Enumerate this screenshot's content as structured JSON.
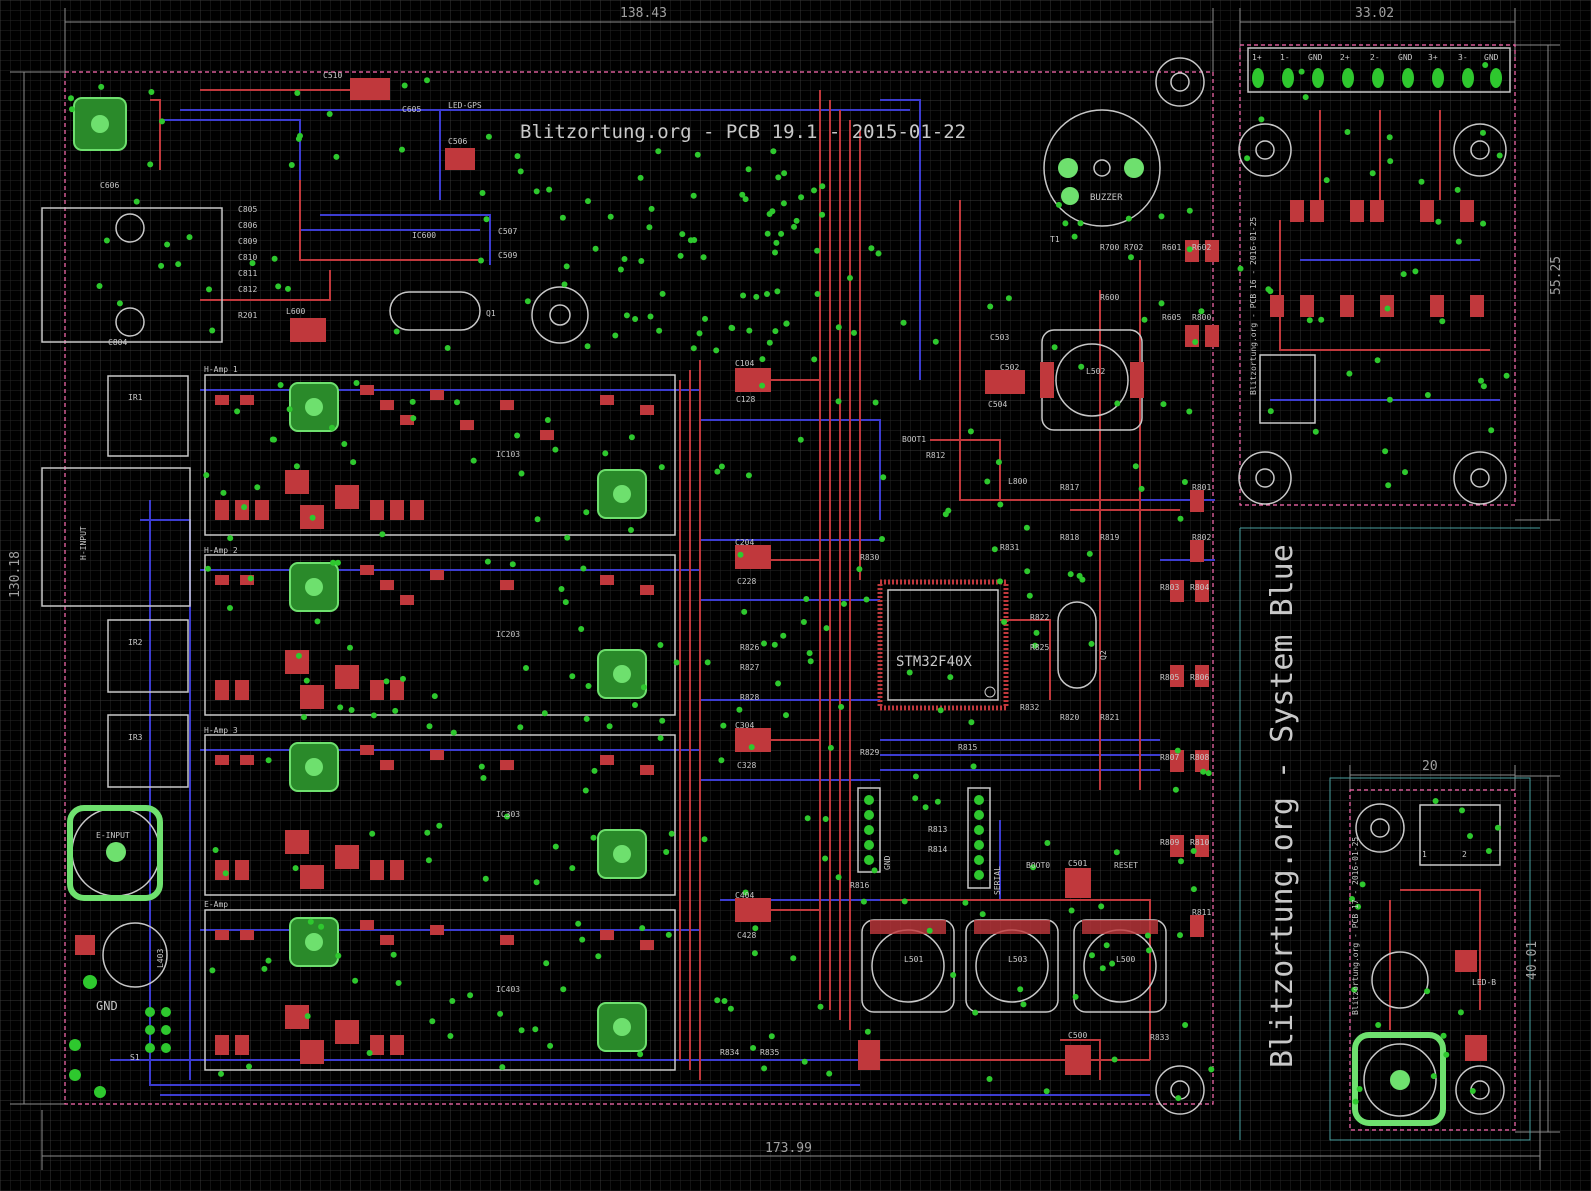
{
  "board": {
    "title": "Blitzortung.org - PCB 19.1 -  2015-01-22",
    "side_title": "Blitzortung.org - System Blue",
    "mcu_label": "STM32F40X",
    "buzzer_label": "BUZZER",
    "gnd_label": "GND"
  },
  "dimensions": {
    "top_main": "138.43",
    "top_right": "33.02",
    "left": "130.18",
    "bottom": "173.99",
    "right_upper": "55.25",
    "small_board_width": "20",
    "right_lower": "40.01"
  },
  "sections": {
    "h_amp_1": "H-Amp 1",
    "h_amp_2": "H-Amp 2",
    "h_amp_3": "H-Amp 3",
    "e_amp": "E-Amp",
    "h_input": "H-INPUT",
    "e_input": "E-INPUT",
    "boot0": "BOOT0",
    "boot1": "BOOT1",
    "reset": "RESET",
    "serial": "SERIAL",
    "gnd_hdr": "GND",
    "led_gps": "LED-GPS",
    "ir1": "IR1",
    "ir2": "IR2",
    "ir3": "IR3",
    "s1": "S1",
    "l600": "L600",
    "l800": "L800",
    "l502": "L502",
    "l501": "L501",
    "l503": "L503",
    "l500": "L500",
    "l403": "L403",
    "q1": "Q1",
    "q2": "Q2",
    "t1": "T1",
    "ic600": "IC600",
    "ic103": "IC103",
    "ic203": "IC203",
    "ic303": "IC303",
    "ic403": "IC403"
  },
  "sub_boards": {
    "upper_header": [
      "1+",
      "1-",
      "GND",
      "2+",
      "2-",
      "GND",
      "3+",
      "3-",
      "GND"
    ],
    "upper_vertical_text": "Blitzortung.org - PCB 16 - 2016-01-25",
    "lower_vertical_text": "Blitzortung.org - PCB 17 - 2016-01-25",
    "lower_pins": [
      "1",
      "2"
    ],
    "lower_led": "LED-B"
  },
  "refs": [
    "C104",
    "C128",
    "C204",
    "C228",
    "C304",
    "C328",
    "C404",
    "C428",
    "C500",
    "C501",
    "C502",
    "C503",
    "C504",
    "C506",
    "C507",
    "C509",
    "C510",
    "C605",
    "C606",
    "C804",
    "C805",
    "C806",
    "C809",
    "C810",
    "C811",
    "C812",
    "R201",
    "R700",
    "R702",
    "R600",
    "R601",
    "R602",
    "R605",
    "R800",
    "R801",
    "R802",
    "R803",
    "R804",
    "R805",
    "R806",
    "R807",
    "R808",
    "R809",
    "R810",
    "R811",
    "R812",
    "R813",
    "R814",
    "R815",
    "R816",
    "R817",
    "R818",
    "R819",
    "R820",
    "R821",
    "R822",
    "R825",
    "R826",
    "R827",
    "R828",
    "R829",
    "R830",
    "R831",
    "R832",
    "R833",
    "R834",
    "R835"
  ],
  "colors": {
    "background": "#000000",
    "grid": "#1e1e1e",
    "top_copper": "#c0383c",
    "bottom_copper": "#3c3cd0",
    "via": "#2ec82e",
    "silkscreen": "#c8c8c8",
    "dimension": "#8c8c8c",
    "outline": "#ff6eb4"
  }
}
